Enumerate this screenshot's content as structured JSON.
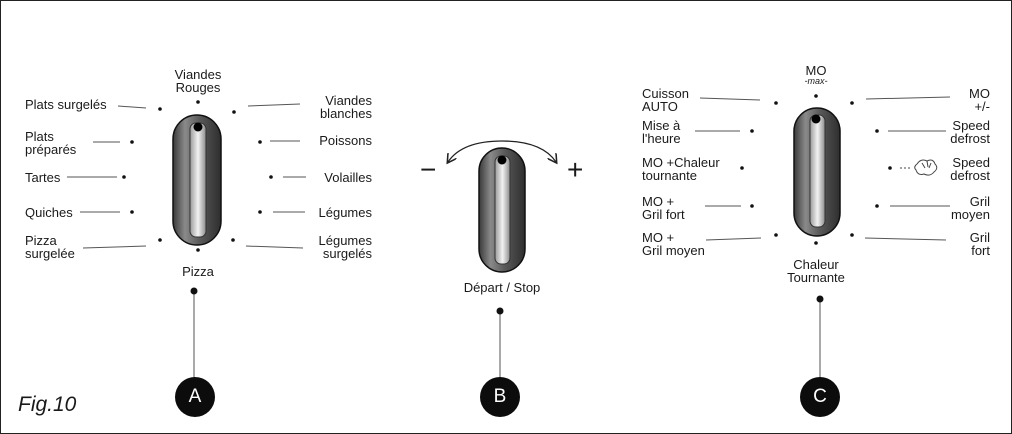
{
  "figure_label": "Fig.10",
  "knob_a": {
    "badge": "A",
    "labels": {
      "viandes_rouges": "Viandes\nRouges",
      "plats_surgeles": "Plats surgelés",
      "viandes_blanches": "Viandes\nblanches",
      "plats_prepares": "Plats\npréparés",
      "poissons": "Poissons",
      "tartes": "Tartes",
      "volailles": "Volailles",
      "quiches": "Quiches",
      "legumes": "Légumes",
      "pizza_surgelee": "Pizza\nsurgelée",
      "legumes_surgeles": "Légumes\nsurgelés",
      "pizza": "Pizza"
    }
  },
  "knob_b": {
    "badge": "B",
    "minus": "−",
    "plus": "+",
    "label": "Départ / Stop"
  },
  "knob_c": {
    "badge": "C",
    "labels": {
      "mo_max": "MO",
      "mo_max_sub": "-max-",
      "cuisson_auto": "Cuisson\nAUTO",
      "mo_plus_minus": "MO\n+/-",
      "mise_heure": "Mise à\nl'heure",
      "speed_defrost_1": "Speed\ndefrost",
      "mo_chaleur": "MO +Chaleur\ntournante",
      "speed_defrost_2": "Speed\ndefrost",
      "mo_gril_fort": "MO +\nGril fort",
      "gril_moyen": "Gril\nmoyen",
      "mo_gril_moyen": "MO +\nGril moyen",
      "gril_fort": "Gril\nfort",
      "chaleur_tournante": "Chaleur\nTournante"
    }
  }
}
